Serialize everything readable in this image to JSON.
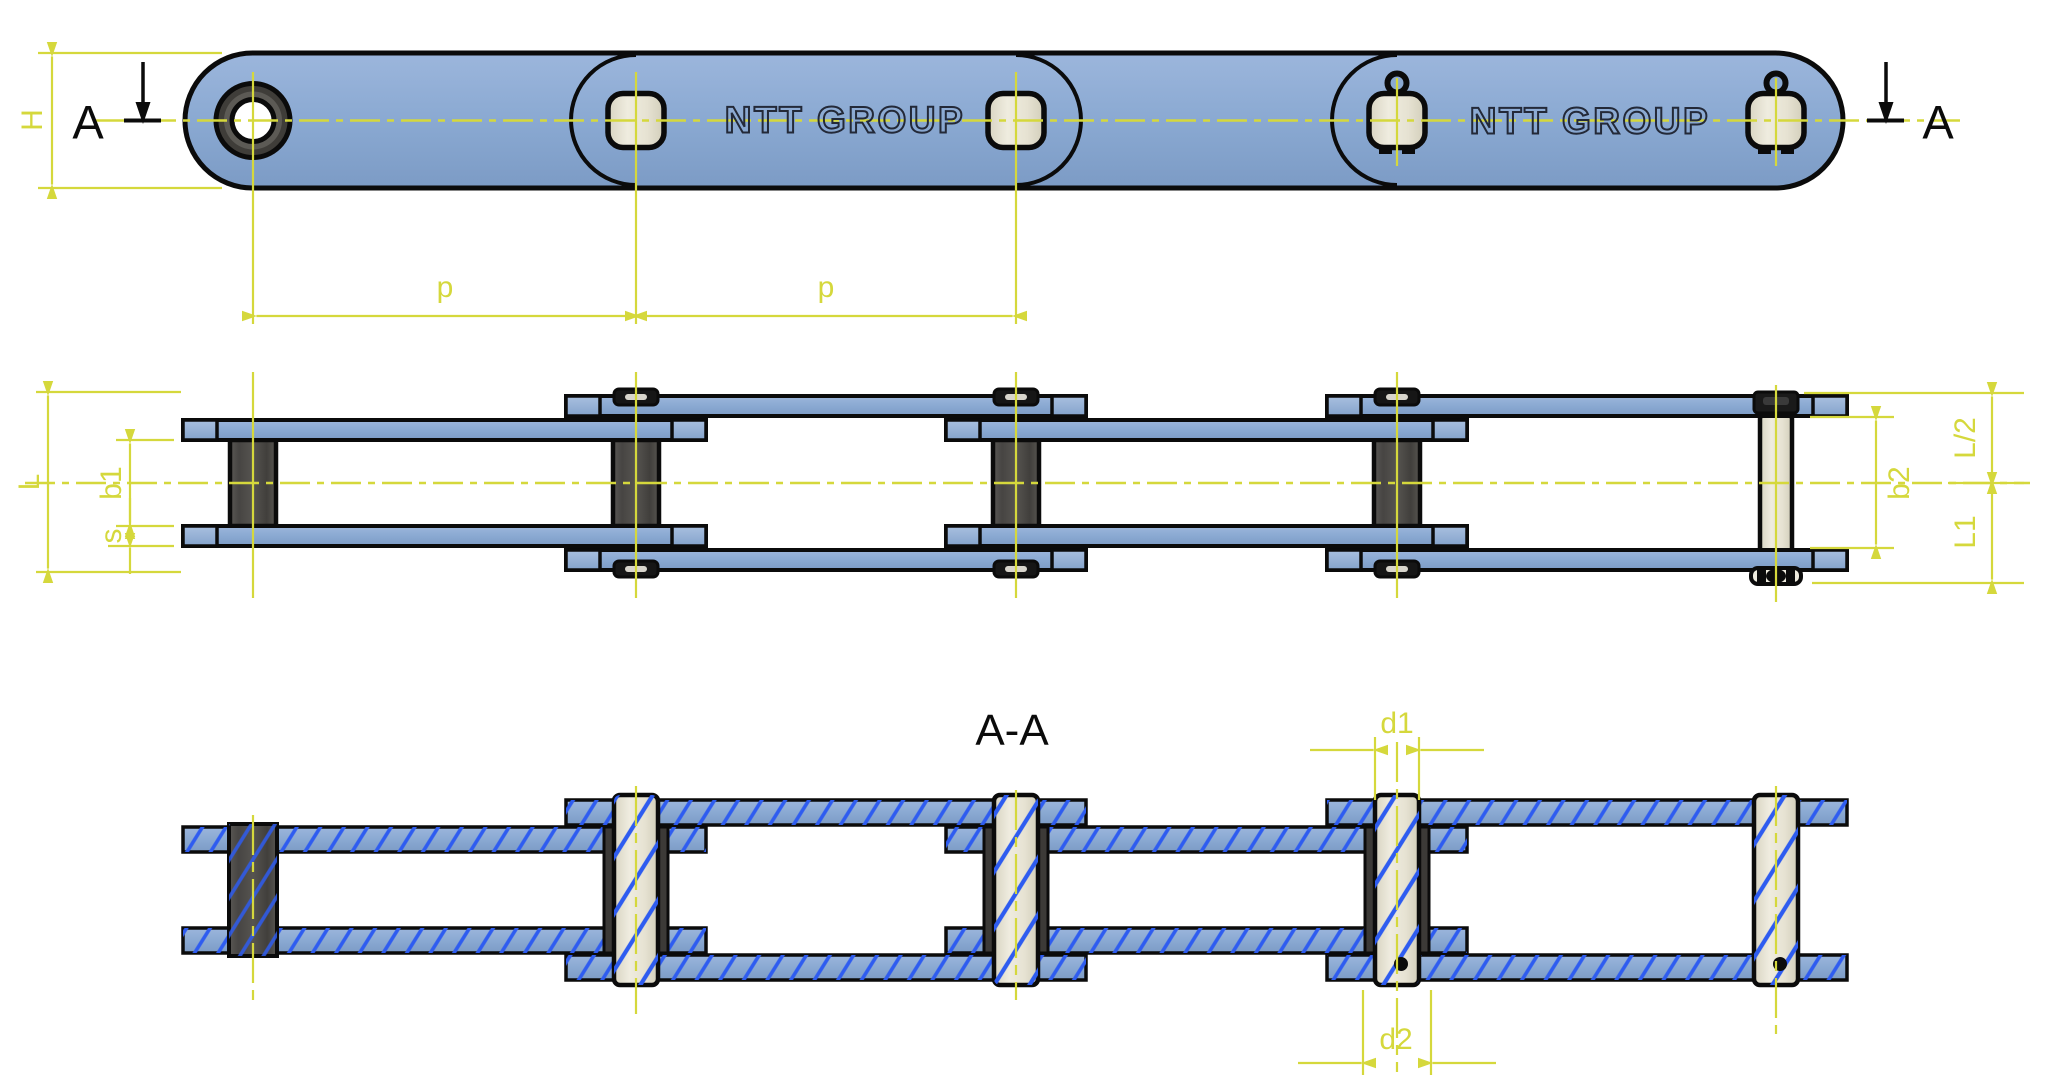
{
  "drawing": {
    "brand": "NTT GROUP",
    "section_marker": "A",
    "section_title": "A-A",
    "dimensions": {
      "plate_height": "H",
      "pitch": "p",
      "overall_pin_width": "L",
      "inner_width": "b1",
      "plate_thickness": "s",
      "outer_inner_width": "b2",
      "pin_half_length": "L/2",
      "pin_length_l1": "L1",
      "pin_diameter": "d1",
      "bush_diameter": "d2"
    }
  },
  "colors": {
    "background": "#ffffff",
    "plate_blue": "#8aa9d2",
    "plate_blue_light": "#9cb6dc",
    "plate_blue_dark": "#7c9bc5",
    "pin_cream": "#eae6d7",
    "bushing_dark": "#4c4a46",
    "dimension_yellow": "#d5d83c",
    "hatch_blue": "#2e5cf0",
    "outline_black": "#0b0b0b",
    "brand_outline": "#232938"
  }
}
